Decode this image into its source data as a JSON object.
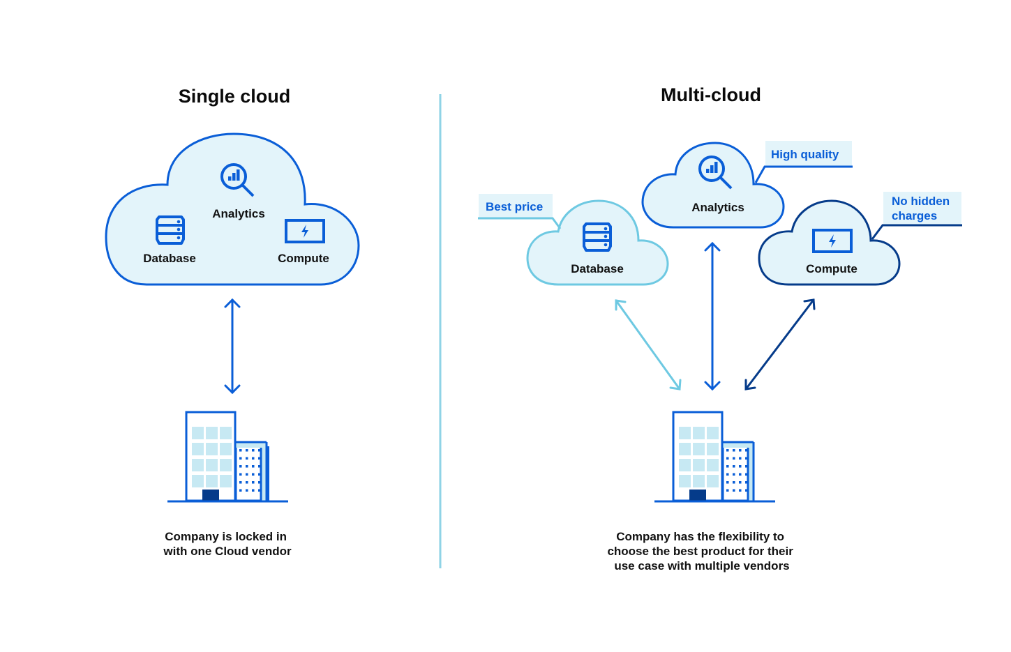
{
  "colors": {
    "primary": "#0a5ed7",
    "light": "#6ec9e2",
    "dark": "#053b8a",
    "cloud_fill": "#e3f4fa",
    "window_fill": "#c7e9f3",
    "divider": "#8fd3e6"
  },
  "left": {
    "title": "Single cloud",
    "cloud": {
      "services": [
        {
          "label": "Analytics",
          "icon": "analytics-magnifier-icon"
        },
        {
          "label": "Database",
          "icon": "database-icon"
        },
        {
          "label": "Compute",
          "icon": "compute-bolt-icon"
        }
      ]
    },
    "caption": [
      "Company is locked in",
      "with one Cloud vendor"
    ]
  },
  "right": {
    "title": "Multi-cloud",
    "clouds": [
      {
        "label": "Database",
        "icon": "database-icon",
        "callout": [
          "Best price"
        ]
      },
      {
        "label": "Analytics",
        "icon": "analytics-magnifier-icon",
        "callout": [
          "High quality"
        ]
      },
      {
        "label": "Compute",
        "icon": "compute-bolt-icon",
        "callout": [
          "No hidden",
          "charges"
        ]
      }
    ],
    "caption": [
      "Company has the flexibility to",
      "choose the best product for their",
      "use case with multiple vendors"
    ]
  }
}
